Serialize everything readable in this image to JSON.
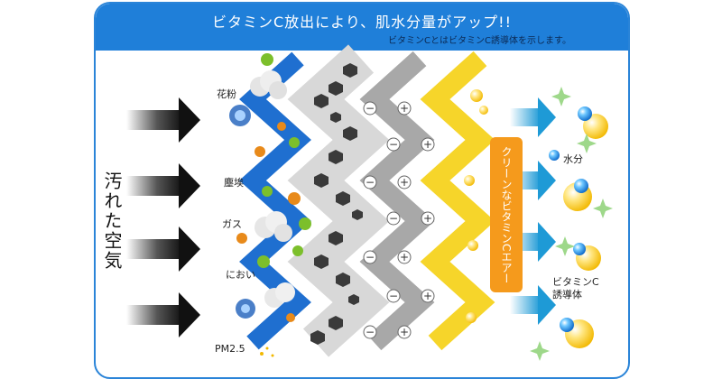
{
  "header": {
    "title": "ビタミンC放出により、肌水分量がアップ!!",
    "subtitle": "ビタミンCとはビタミンC誘導体を示します。"
  },
  "left": {
    "air_label": "汚れた空気"
  },
  "pollutants": [
    "花粉",
    "塵埃",
    "ガス",
    "におい",
    "PM2.5"
  ],
  "center": {
    "vitamin_air_label": "クリーンなビタミンCエアー"
  },
  "right": {
    "water_label": "水分",
    "vitamin_label_line1": "ビタミンC",
    "vitamin_label_line2": "誘導体"
  },
  "colors": {
    "banner": "#1f7fd9",
    "blue_filter": "#1f6fd0",
    "gray_filter": "#a8a8a8",
    "yellow_filter": "#f6d52a",
    "orange_box": "#f59a1c",
    "arrow_cyan": "#2aa6de"
  }
}
